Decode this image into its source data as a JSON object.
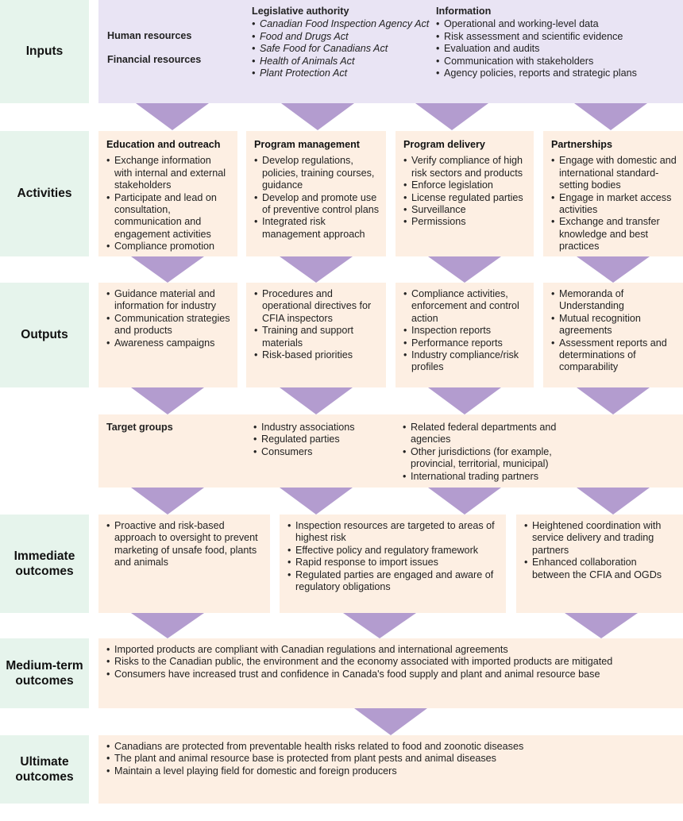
{
  "rows": {
    "inputs": "Inputs",
    "activities": "Activities",
    "outputs": "Outputs",
    "immediate": "Immediate outcomes",
    "medium": "Medium-term outcomes",
    "ultimate": "Ultimate outcomes"
  },
  "inputs": {
    "human_resources": "Human resources",
    "financial_resources": "Financial resources",
    "legislative": {
      "title": "Legislative authority",
      "items": [
        "Canadian Food Inspection Agency Act",
        "Food and Drugs Act",
        "Safe Food for Canadians Act",
        "Health of Animals Act",
        "Plant Protection Act"
      ]
    },
    "information": {
      "title": "Information",
      "items": [
        "Operational and working-level data",
        "Risk assessment and scientific evidence",
        "Evaluation and audits",
        "Communication with stakeholders",
        "Agency policies, reports and strategic plans"
      ]
    }
  },
  "activities": [
    {
      "title": "Education and outreach",
      "items": [
        "Exchange information with internal and external stakeholders",
        "Participate and lead on consultation, communication and engagement activities",
        "Compliance promotion"
      ]
    },
    {
      "title": "Program management",
      "items": [
        "Develop regulations, policies, training courses, guidance",
        "Develop and promote use of preventive control plans",
        "Integrated risk management approach"
      ]
    },
    {
      "title": "Program delivery",
      "items": [
        "Verify compliance of high risk sectors and products",
        "Enforce legislation",
        "License regulated parties",
        "Surveillance",
        "Permissions"
      ]
    },
    {
      "title": "Partnerships",
      "items": [
        "Engage with domestic and international standard-setting bodies",
        "Engage in market access activities",
        "Exchange and transfer knowledge and best practices"
      ]
    }
  ],
  "outputs": [
    {
      "items": [
        "Guidance material and information for industry",
        "Communication strategies and products",
        "Awareness campaigns"
      ]
    },
    {
      "items": [
        "Procedures and operational directives for CFIA inspectors",
        "Training and support materials",
        "Risk-based priorities"
      ]
    },
    {
      "items": [
        "Compliance activities, enforcement and control action",
        "Inspection reports",
        "Performance reports",
        "Industry compliance/risk profiles"
      ]
    },
    {
      "items": [
        "Memoranda of Understanding",
        "Mutual recognition agreements",
        "Assessment reports and determinations of comparability"
      ]
    }
  ],
  "target_groups": {
    "title": "Target groups",
    "col1": [
      "Industry associations",
      "Regulated parties",
      "Consumers"
    ],
    "col2": [
      "Related federal departments and agencies",
      "Other jurisdictions (for example, provincial, territorial, municipal)",
      "International trading partners"
    ]
  },
  "immediate": [
    {
      "items": [
        "Proactive and risk-based approach to oversight to prevent marketing of unsafe food, plants and animals"
      ]
    },
    {
      "items": [
        "Inspection resources are targeted to areas of highest risk",
        "Effective policy and regulatory framework",
        "Rapid response to import issues",
        "Regulated parties are engaged and aware of regulatory obligations"
      ]
    },
    {
      "items": [
        "Heightened coordination with service delivery and trading partners",
        "Enhanced collaboration between the CFIA and OGDs"
      ]
    }
  ],
  "medium": {
    "items": [
      "Imported products are compliant with Canadian regulations and international agreements",
      "Risks to the Canadian public, the environment and the economy associated with imported products are mitigated",
      "Consumers have increased trust and confidence in Canada's food supply and plant and animal resource base"
    ]
  },
  "ultimate": {
    "items": [
      "Canadians are protected from preventable health risks related to food and zoonotic diseases",
      "The plant and animal resource base is protected from plant pests and animal diseases",
      "Maintain a level playing field for domestic and foreign producers"
    ]
  },
  "colors": {
    "label_bg": "#e6f4ec",
    "box_bg": "#fdefe3",
    "inputs_bg": "#e9e4f4",
    "arrow": "#b39ccf"
  }
}
